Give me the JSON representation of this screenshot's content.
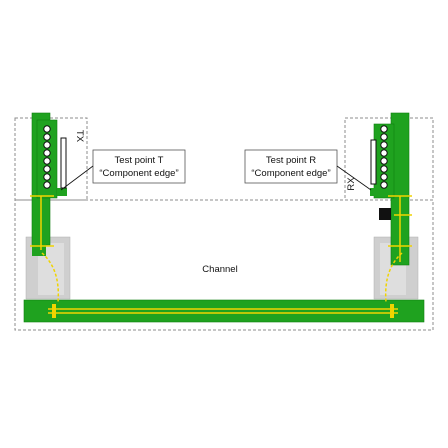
{
  "labels": {
    "tx": "TX",
    "rx": "RX",
    "test_point_t": "Test point T",
    "test_point_r": "Test point R",
    "component_edge": "“Component edge”",
    "channel": "Channel"
  },
  "colors": {
    "board_green": "#1fa21f",
    "board_green_dark": "#0f7f0f",
    "trace_yellow": "#f0d400",
    "connector_gray": "#cfcfcf",
    "outline_gray": "#8c8c8c"
  },
  "icons": {
    "tx_pads": "pad-row-icon",
    "rx_pads": "pad-row-icon",
    "rx_chip": "chip-icon"
  }
}
